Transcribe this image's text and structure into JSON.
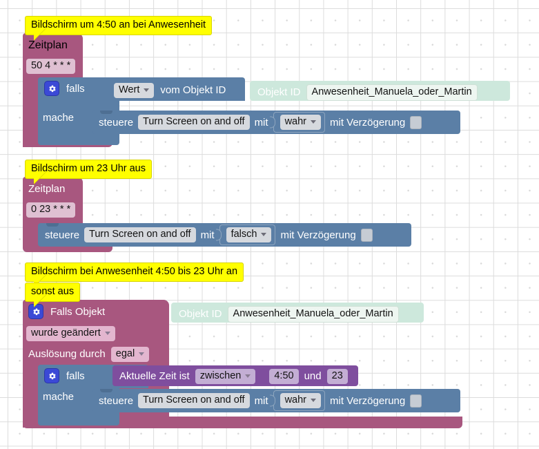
{
  "workspace": {
    "background": "#ffffff",
    "grid_color": "#d9d9d9"
  },
  "colors": {
    "schedule_block": "#a8577f",
    "logic_block": "#5b7fa6",
    "time_block": "#7f4e9e",
    "object_block": "#cde8dc",
    "comment": "#ffff00",
    "mutator_icon": "#3b49d6"
  },
  "scripts": [
    {
      "comments": [
        "Bildschirm um 4:50 an bei Anwesenheit"
      ],
      "trigger": {
        "label": "Zeitplan",
        "cron_value": "50 4 * * *"
      },
      "condition": {
        "gear_icon": "gear-icon",
        "if_label": "falls",
        "value_dropdown": "Wert",
        "from_object_label": "vom Objekt ID",
        "object_id_label": "Objekt ID",
        "object_id_value": "Anwesenheit_Manuela_oder_Martin"
      },
      "do_label": "mache",
      "action": {
        "control_label": "steuere",
        "target": "Turn Screen on and off",
        "with_label": "mit",
        "bool_value": "wahr",
        "delay_label": "mit Verzögerung",
        "delay_checked": false
      }
    },
    {
      "comments": [
        "Bildschirm um 23 Uhr aus"
      ],
      "trigger": {
        "label": "Zeitplan",
        "cron_value": "0 23 * * *"
      },
      "action": {
        "control_label": "steuere",
        "target": "Turn Screen on and off",
        "with_label": "mit",
        "bool_value": "falsch",
        "delay_label": "mit Verzögerung",
        "delay_checked": false
      }
    },
    {
      "comments": [
        "Bildschirm bei Anwesenheit 4:50 bis 23 Uhr an",
        "sonst aus"
      ],
      "trigger": {
        "gear_icon": "gear-icon",
        "label": "Falls Objekt",
        "object_id_label": "Objekt ID",
        "object_id_value": "Anwesenheit_Manuela_oder_Martin",
        "change_dropdown": "wurde geändert",
        "trigger_by_label": "Auslösung durch",
        "trigger_by_value": "egal"
      },
      "condition": {
        "gear_icon": "gear-icon",
        "if_label": "falls",
        "time_label": "Aktuelle Zeit ist",
        "operator": "zwischen",
        "from_value": "4:50",
        "and_label": "und",
        "to_value": "23"
      },
      "do_label": "mache",
      "action": {
        "control_label": "steuere",
        "target": "Turn Screen on and off",
        "with_label": "mit",
        "bool_value": "wahr",
        "delay_label": "mit Verzögerung",
        "delay_checked": false
      }
    }
  ]
}
